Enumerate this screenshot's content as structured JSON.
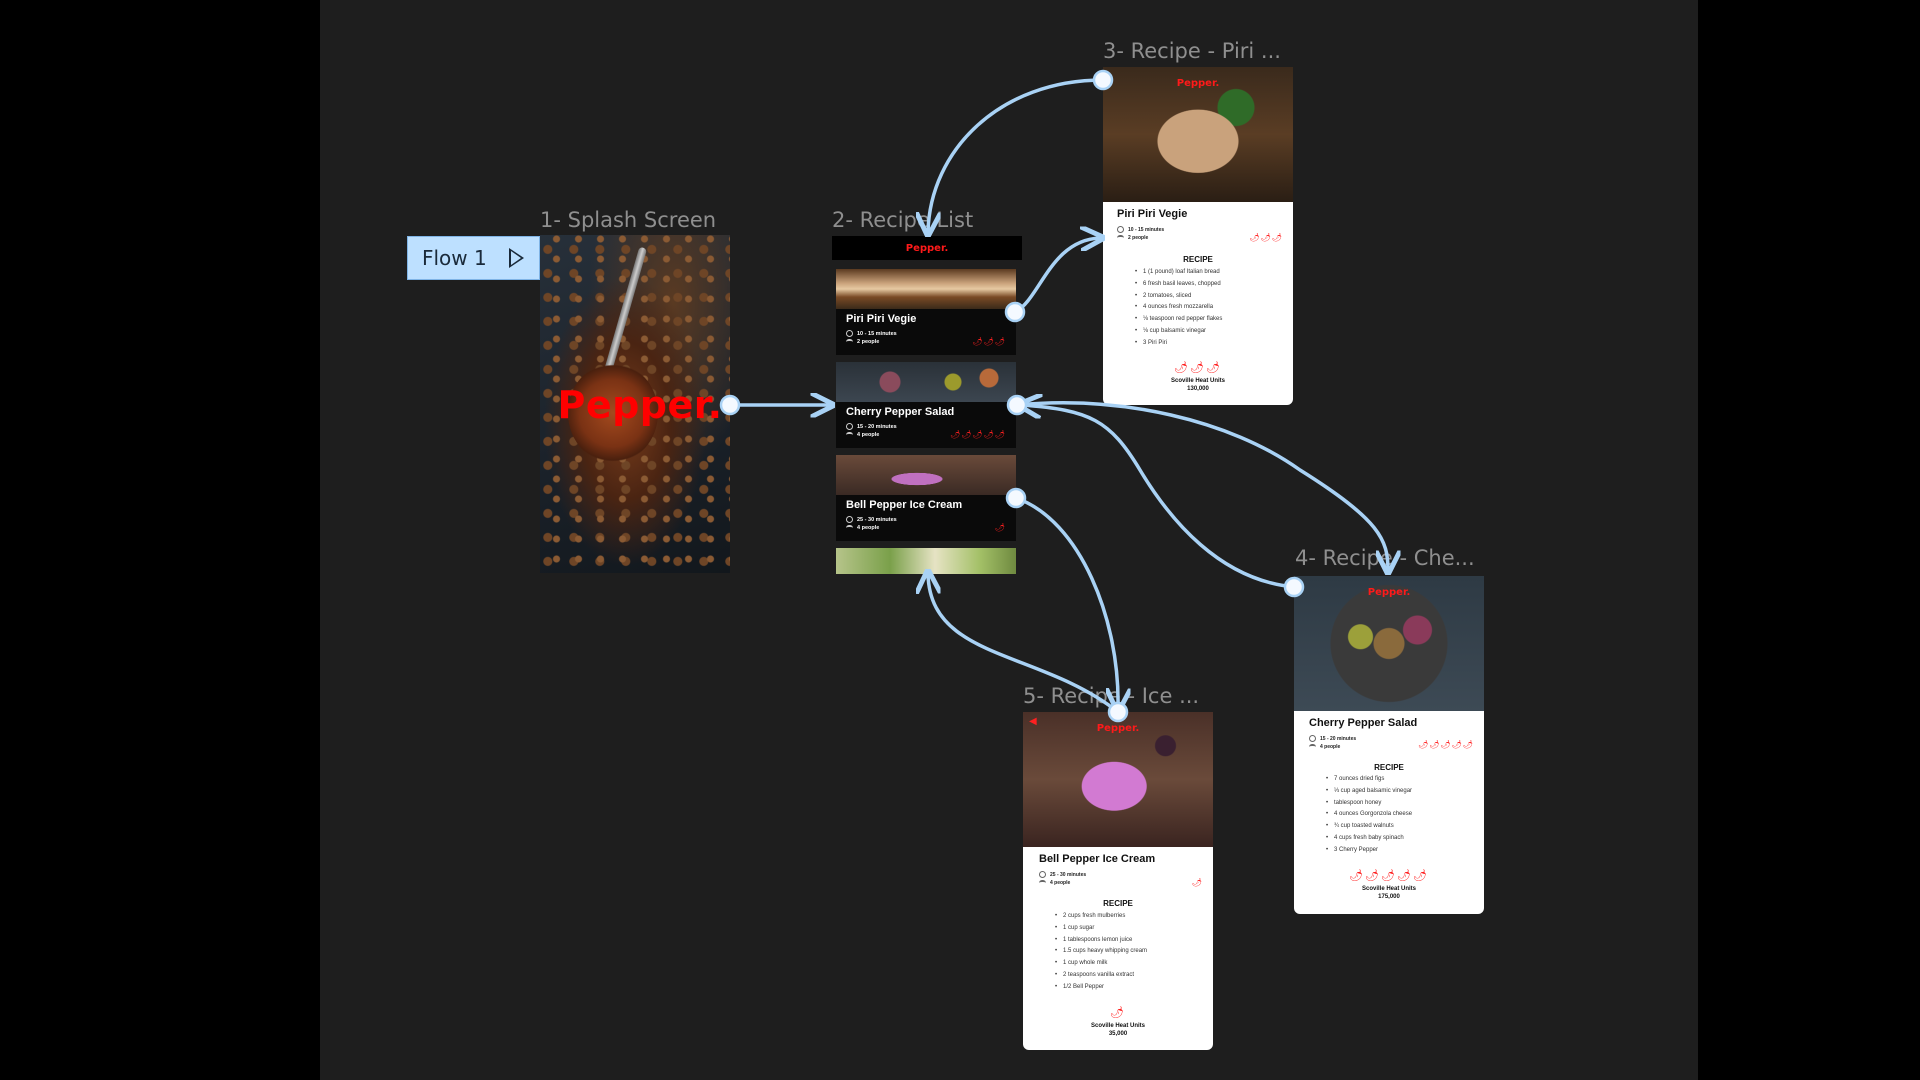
{
  "flow": {
    "label": "Flow 1",
    "play_icon": "play-icon"
  },
  "frames": {
    "splash_label": "1- Splash Screen",
    "list_label": "2- Recipe List",
    "piri_label": "3- Recipe - Piri ...",
    "cherry_label": "4- Recipe - Che...",
    "ice_label": "5- Recipe - Ice ..."
  },
  "brand": {
    "logo": "Pepper.",
    "color": "#ff0000"
  },
  "list": {
    "cards": [
      {
        "title": "Piri Piri Vegie",
        "time": "10 - 15 minutes",
        "people": "2 people",
        "chilis": "🌶🌶🌶"
      },
      {
        "title": "Cherry Pepper Salad",
        "time": "15 - 20 minutes",
        "people": "4 people",
        "chilis": "🌶🌶🌶🌶🌶"
      },
      {
        "title": "Bell Pepper Ice Cream",
        "time": "25 - 30 minutes",
        "people": "4 people",
        "chilis": "🌶"
      }
    ]
  },
  "piri": {
    "title": "Piri Piri Vegie",
    "time": "10 - 15 minutes",
    "people": "2 people",
    "chilis": "🌶🌶🌶",
    "recipe_heading": "RECIPE",
    "ingredients": [
      "1 (1 pound) loaf Italian bread",
      "6 fresh basil leaves, chopped",
      "2 tomatoes, sliced",
      "4 ounces fresh mozzarella",
      "⅛ teaspoon red pepper flakes",
      "⅛ cup balsamic vinegar",
      "3 Piri Piri"
    ],
    "shu_label": "Scoville Heat Units",
    "shu_value": "130,000"
  },
  "cherry": {
    "title": "Cherry Pepper Salad",
    "time": "15 - 20 minutes",
    "people": "4 people",
    "chilis": "🌶🌶🌶🌶🌶",
    "recipe_heading": "RECIPE",
    "ingredients": [
      "7 ounces dried figs",
      "⅓ cup aged balsamic vinegar",
      "tablespoon honey",
      "4 ounces Gorgonzola cheese",
      "¾ cup toasted walnuts",
      "4 cups fresh baby spinach",
      "3 Cherry Pepper"
    ],
    "shu_label": "Scoville Heat Units",
    "shu_value": "175,000"
  },
  "ice": {
    "title": "Bell Pepper Ice Cream",
    "time": "25 - 30 minutes",
    "people": "4 people",
    "chilis": "🌶",
    "recipe_heading": "RECIPE",
    "ingredients": [
      "2 cups fresh mulberries",
      "1 cup sugar",
      "1 tablespoons lemon juice",
      "1.5 cups heavy whipping cream",
      "1 cup whole milk",
      "2 teaspoons vanilla extract",
      "1/2 Bell Pepper"
    ],
    "shu_label": "Scoville Heat Units",
    "shu_value": "35,000"
  },
  "colors": {
    "canvas": "#1e1e1e",
    "connector": "#a9d2f5",
    "flow_button": "#bde0ff",
    "chili": "#ff2020"
  }
}
